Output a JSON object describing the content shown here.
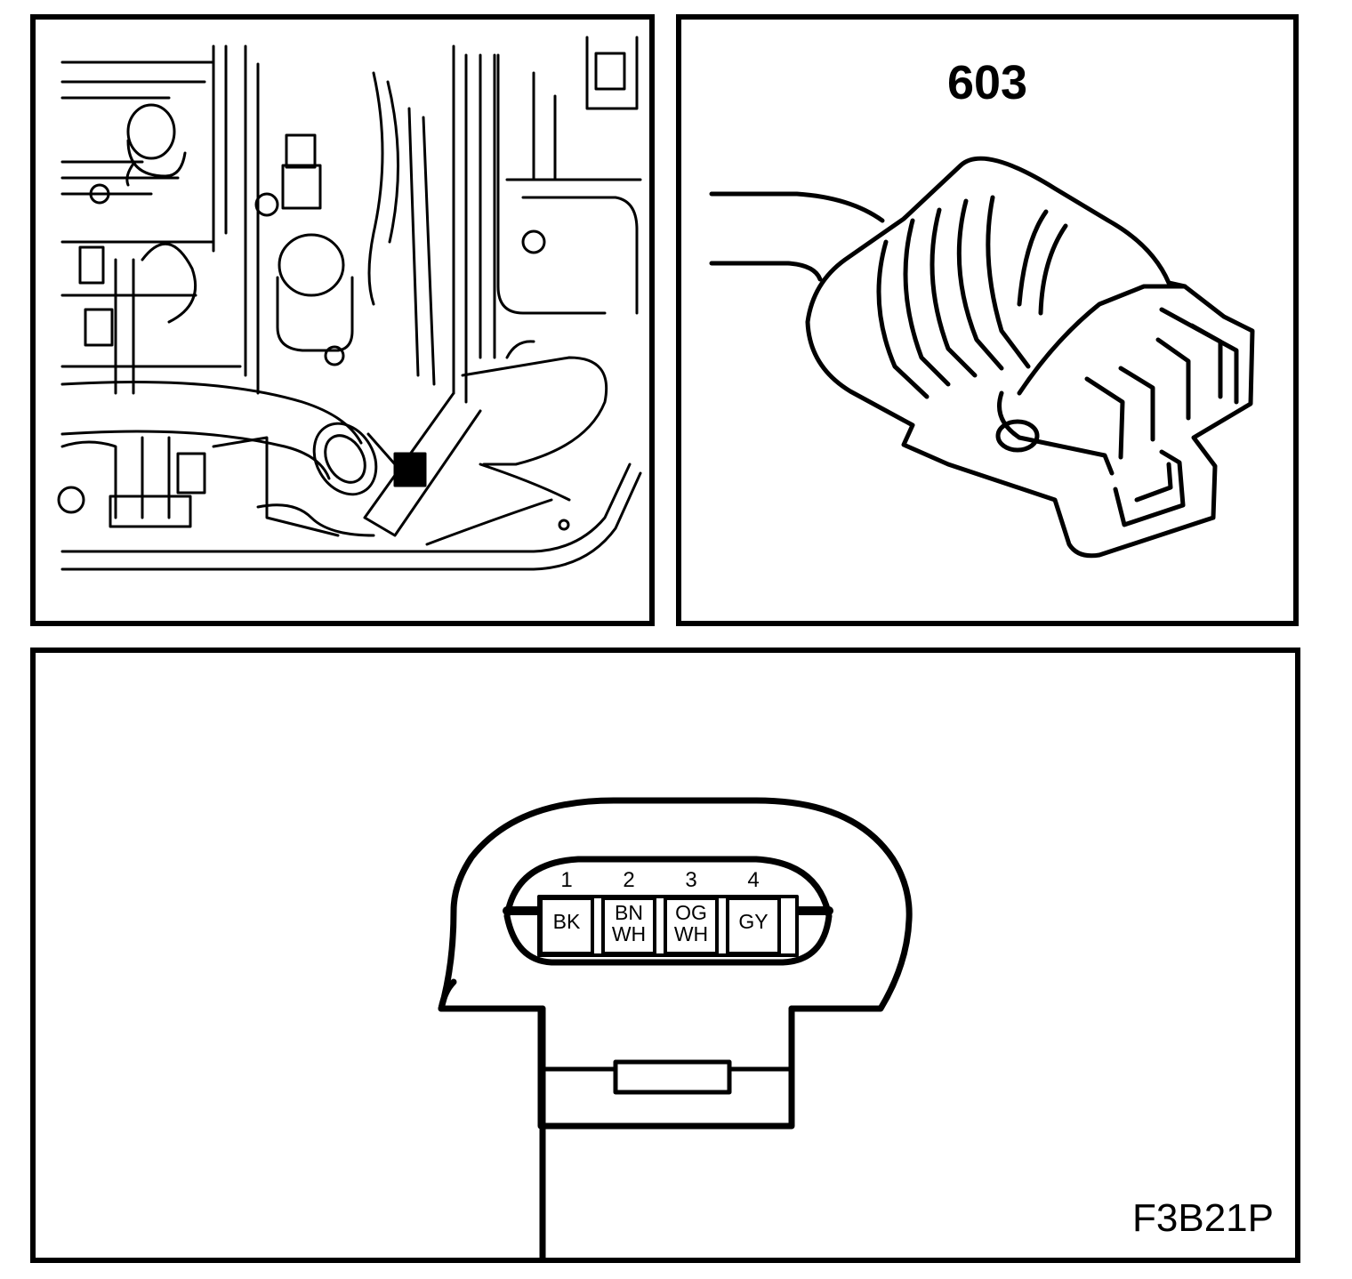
{
  "diagram": {
    "connector_label": "603",
    "figure_code": "F3B21P",
    "pins": [
      {
        "number": "1",
        "color_top": "BK",
        "color_bottom": ""
      },
      {
        "number": "2",
        "color_top": "BN",
        "color_bottom": "WH"
      },
      {
        "number": "3",
        "color_top": "OG",
        "color_bottom": "WH"
      },
      {
        "number": "4",
        "color_top": "GY",
        "color_bottom": ""
      }
    ]
  }
}
